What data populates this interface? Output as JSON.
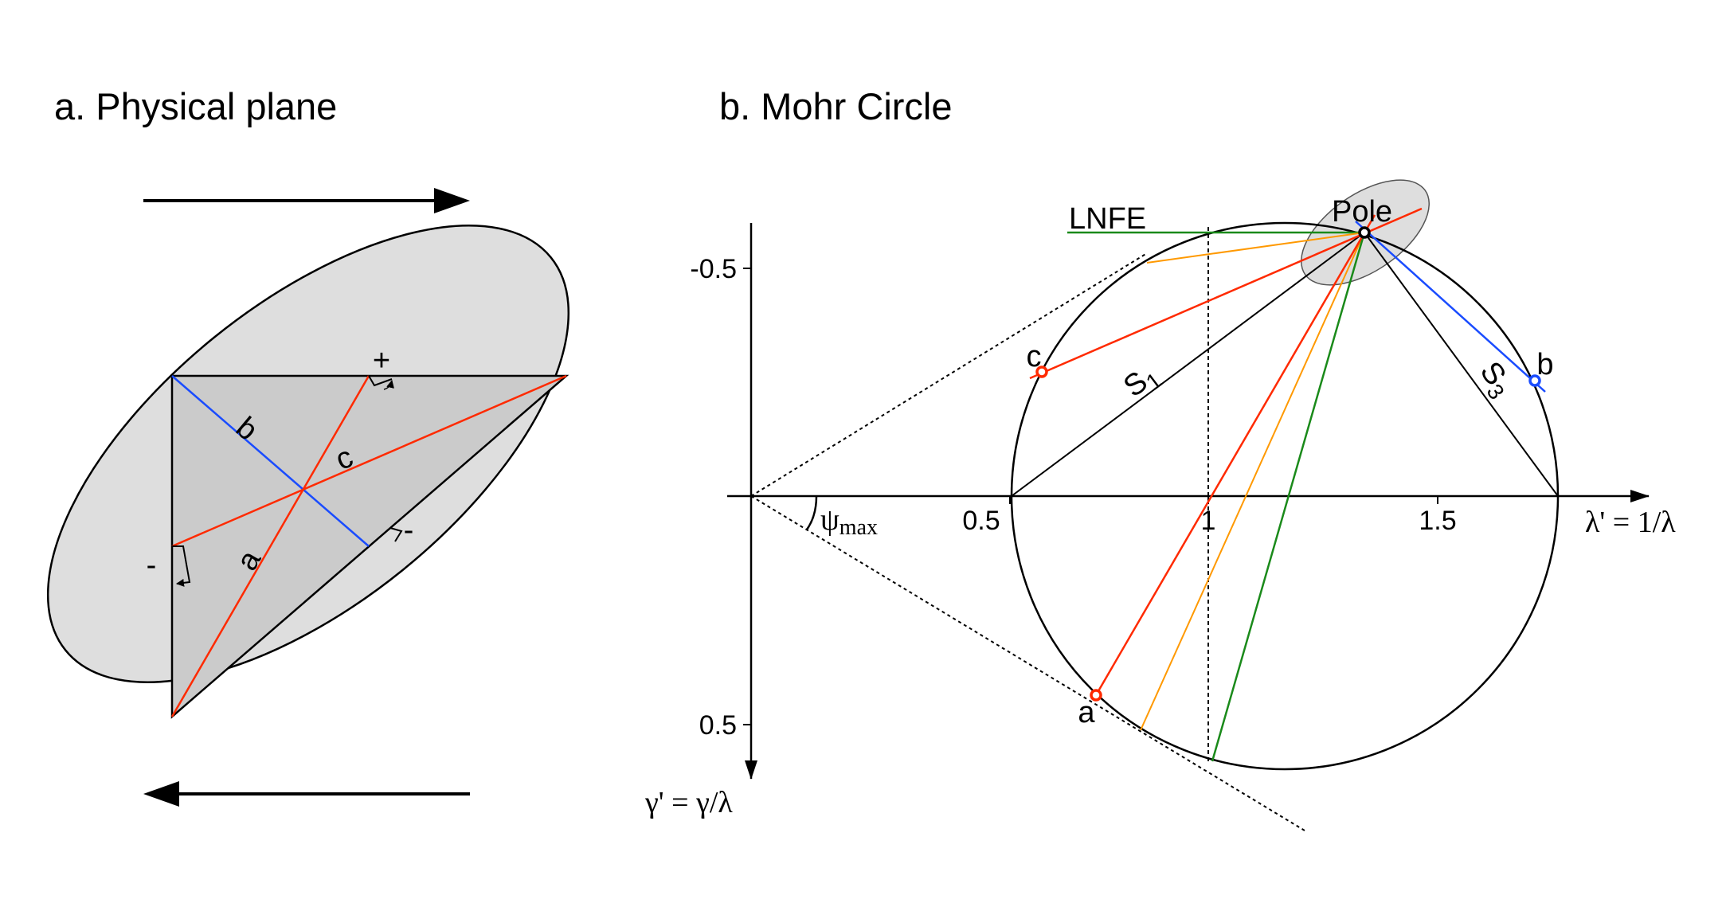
{
  "panel_a": {
    "title": "a. Physical plane",
    "labels": {
      "a": "a",
      "b": "b",
      "c": "c",
      "plus": "+",
      "minus_bottom": "-",
      "minus_left": "-"
    },
    "colors": {
      "ellipse_fill": "#dedede",
      "triangle_fill": "#cbcbcb",
      "line_a_c": "#ff2a00",
      "line_b": "#1a4cff"
    }
  },
  "panel_b": {
    "title": "b. Mohr Circle",
    "x_axis_label": "λ' = 1/λ",
    "y_axis_label": "γ' = γ/λ",
    "x_ticks": [
      "0.5",
      "1",
      "1.5"
    ],
    "y_ticks": [
      "-0.5",
      "0.5"
    ],
    "angle_symbol": "ψ",
    "angle_subscript": "max",
    "lnfe_label": "LNFE",
    "pole_label": "Pole",
    "s1_label": "S",
    "s1_subscript": "1",
    "s3_label": "S",
    "s3_subscript": "3",
    "point_a": "a",
    "point_b": "b",
    "point_c": "c",
    "colors": {
      "red": "#ff2a00",
      "blue": "#1a4cff",
      "orange": "#ff9900",
      "green": "#1a8a1a",
      "pole_ellipse": "#dedede"
    }
  }
}
